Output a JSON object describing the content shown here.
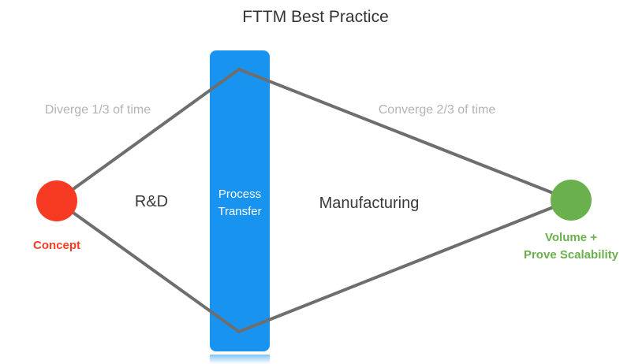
{
  "title": "FTTM Best Practice",
  "phases": {
    "diverge_caption": "Diverge 1/3 of time",
    "converge_caption": "Converge 2/3 of time"
  },
  "regions": {
    "left": "R&D",
    "right": "Manufacturing"
  },
  "transfer_bar": {
    "line1": "Process",
    "line2": "Transfer",
    "color": "#1893f0"
  },
  "start_node": {
    "label": "Concept",
    "color": "#f73b22"
  },
  "end_node": {
    "label_line1": "Volume +",
    "label_line2": "Prove Scalability",
    "color": "#6ab04c"
  },
  "edge_color": "#6e6e6e"
}
